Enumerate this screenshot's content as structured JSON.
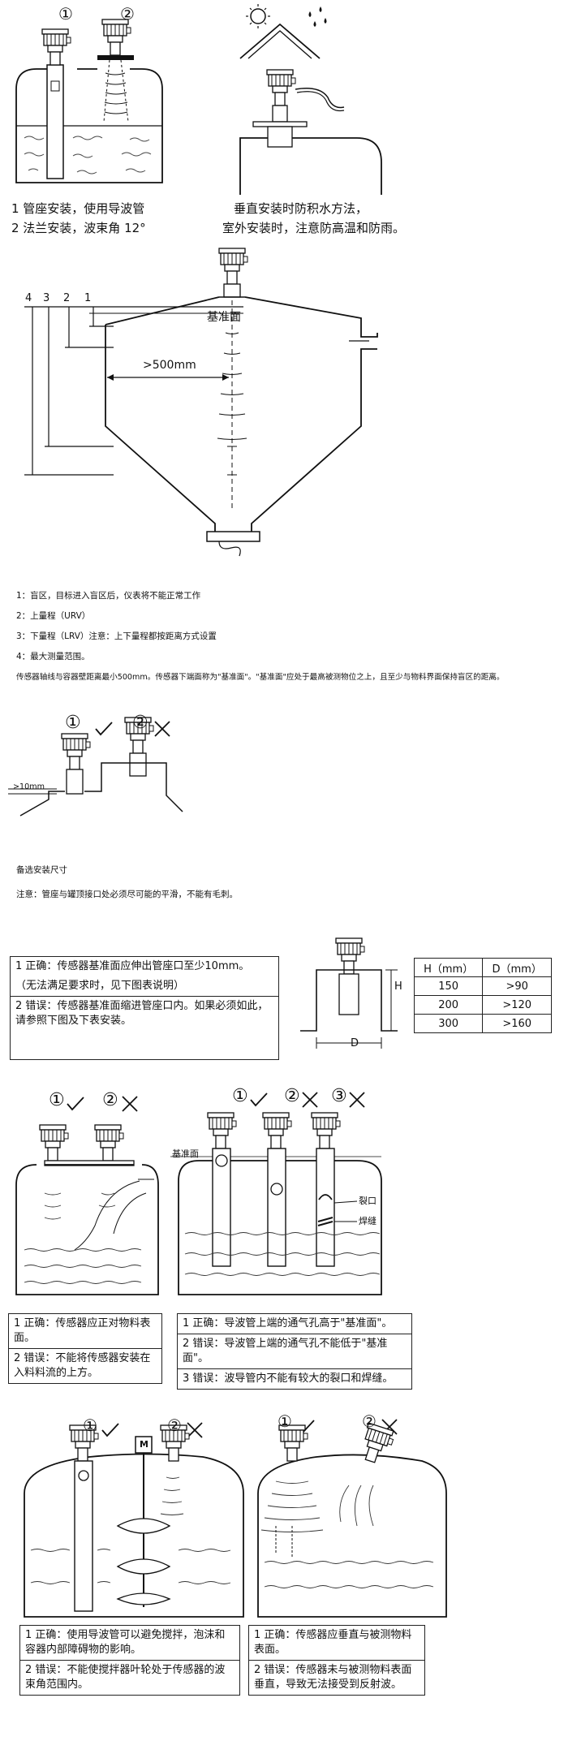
{
  "sec1": {
    "num1": "①",
    "num2": "②",
    "caption_left_1": "1 管座安装，使用导波管",
    "caption_left_2": "2 法兰安装，波束角 12°",
    "caption_right_1": "垂直安装时防积水方法，",
    "caption_right_2": "室外安装时，注意防高温和防雨。"
  },
  "sec2": {
    "ref_label": "基准面",
    "distance_label": ">500mm",
    "n1": "1",
    "n2": "2",
    "n3": "3",
    "n4": "4",
    "notes": [
      "1：盲区，目标进入盲区后，仪表将不能正常工作",
      "2：上量程（URV）",
      "3：下量程（LRV）注意：上下量程都按距离方式设置",
      "4：最大测量范围。",
      "传感器轴线与容器壁距离最小500mm。传感器下端面称为\"基准面\"。\"基准面\"应处于最高被测物位之上，且至少与物料界面保持盲区的距离。"
    ]
  },
  "sec3": {
    "num1": "①",
    "num2": "②",
    "dim_label": ">10mm",
    "note1": "备选安装尺寸",
    "note2": "注意：管座与罐顶接口处必须尽可能的平滑，不能有毛刺。"
  },
  "sec4": {
    "box_rows": [
      "1 正确：传感器基准面应伸出管座口至少10mm。",
      "（无法满足要求时，见下图表说明）",
      "2 错误：传感器基准面缩进管座口内。如果必须如此，请参照下图及下表安装。"
    ],
    "h_label": "H",
    "d_label": "D",
    "table_header": [
      "H（mm）",
      "D（mm）"
    ],
    "table_rows": [
      [
        "150",
        ">90"
      ],
      [
        "200",
        ">120"
      ],
      [
        "300",
        ">160"
      ]
    ]
  },
  "sec5": {
    "left_nums": [
      "①",
      "②"
    ],
    "right_nums": [
      "①",
      "②",
      "③"
    ],
    "ref_label": "基准面",
    "crack_label": "裂口",
    "weld_label": "焊缝",
    "left_box": [
      "1 正确：传感器应正对物料表面。",
      "2 错误：不能将传感器安装在入料料流的上方。"
    ],
    "right_box": [
      "1 正确：导波管上端的通气孔高于\"基准面\"。",
      "2 错误：导波管上端的通气孔不能低于\"基准面\"。",
      "3 错误：波导管内不能有较大的裂口和焊缝。"
    ]
  },
  "sec6": {
    "left_nums": [
      "①",
      "②"
    ],
    "right_nums": [
      "①",
      "②"
    ],
    "motor_label": "M",
    "left_box": [
      "1 正确：使用导波管可以避免搅拌，泡沫和容器内部障碍物的影响。",
      "2 错误：不能使搅拌器叶轮处于传感器的波束角范围内。"
    ],
    "right_box": [
      "1 正确：传感器应垂直与被测物料表面。",
      "2 错误：传感器未与被测物料表面垂直，导致无法接受到反射波。"
    ]
  }
}
